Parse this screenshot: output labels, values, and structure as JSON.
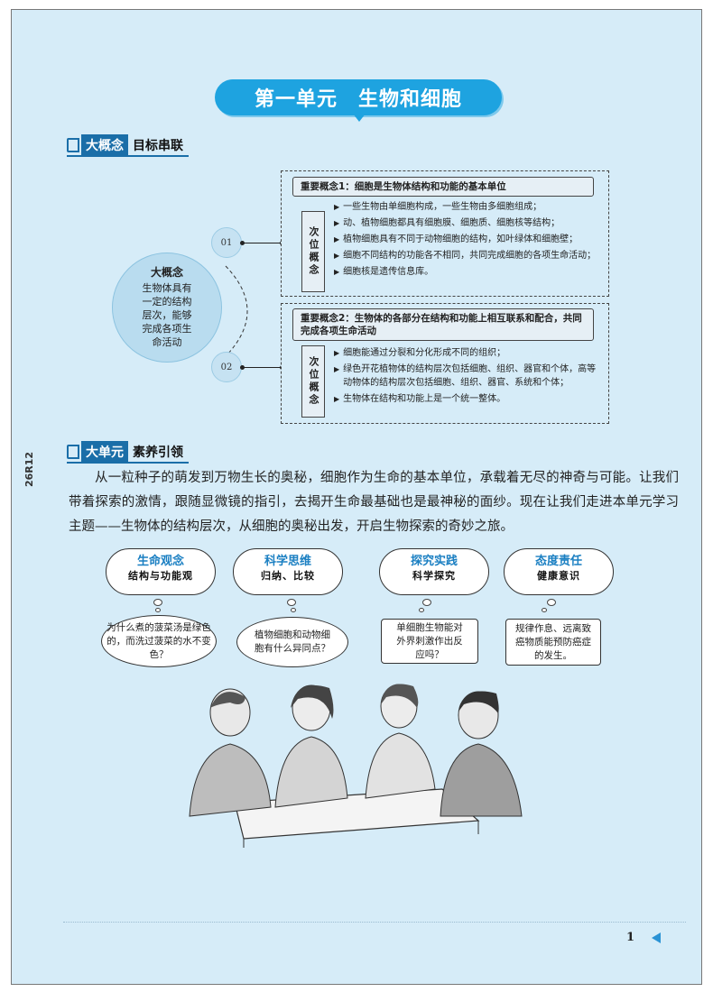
{
  "side_code": "26R12",
  "title": "第一单元　生物和细胞",
  "section1": {
    "tag": "大概念",
    "rest": "目标串联"
  },
  "big_concept": {
    "title": "大概念",
    "lines": [
      "生物体具有",
      "一定的结构",
      "层次，能够",
      "完成各项生",
      "命活动"
    ]
  },
  "nodes": [
    "01",
    "02"
  ],
  "concept1": {
    "heading": "重要概念1：细胞是生物体结构和功能的基本单位",
    "sub_label": "次位概念",
    "items": [
      "一些生物由单细胞构成，一些生物由多细胞组成；",
      "动、植物细胞都具有细胞膜、细胞质、细胞核等结构；",
      "植物细胞具有不同于动物细胞的结构，如叶绿体和细胞壁；",
      "细胞不同结构的功能各不相同，共同完成细胞的各项生命活动；",
      "细胞核是遗传信息库。"
    ]
  },
  "concept2": {
    "heading": "重要概念2：生物体的各部分在结构和功能上相互联系和配合，共同完成各项生命活动",
    "sub_label": "次位概念",
    "items": [
      "细胞能通过分裂和分化形成不同的组织；",
      "绿色开花植物体的结构层次包括细胞、组织、器官和个体，高等动物体的结构层次包括细胞、组织、器官、系统和个体；",
      "生物体在结构和功能上是一个统一整体。"
    ]
  },
  "section2": {
    "tag": "大单元",
    "rest": "素养引领"
  },
  "intro": "从一粒种子的萌发到万物生长的奥秘，细胞作为生命的基本单位，承载着无尽的神奇与可能。让我们带着探索的激情，跟随显微镜的指引，去揭开生命最基础也是最神秘的面纱。现在让我们走进本单元学习主题——生物体的结构层次，从细胞的奥秘出发，开启生物探索的奇妙之旅。",
  "clouds": [
    {
      "title": "生命观念",
      "sub": "结构与功能观"
    },
    {
      "title": "科学思维",
      "sub": "归纳、比较"
    },
    {
      "title": "探究实践",
      "sub": "科学探究"
    },
    {
      "title": "态度责任",
      "sub": "健康意识"
    }
  ],
  "questions": [
    "为什么煮的菠菜汤是绿色的，而洗过菠菜的水不变色？",
    "植物细胞和动物细胞有什么异同点？",
    "单细胞生物能对外界刺激作出反应吗？",
    "规律作息、远离致癌物质能预防癌症的发生。"
  ],
  "page_number": "1",
  "colors": {
    "background": "#d6ecf8",
    "accent": "#1ea3e0",
    "header": "#1a6ea8"
  }
}
